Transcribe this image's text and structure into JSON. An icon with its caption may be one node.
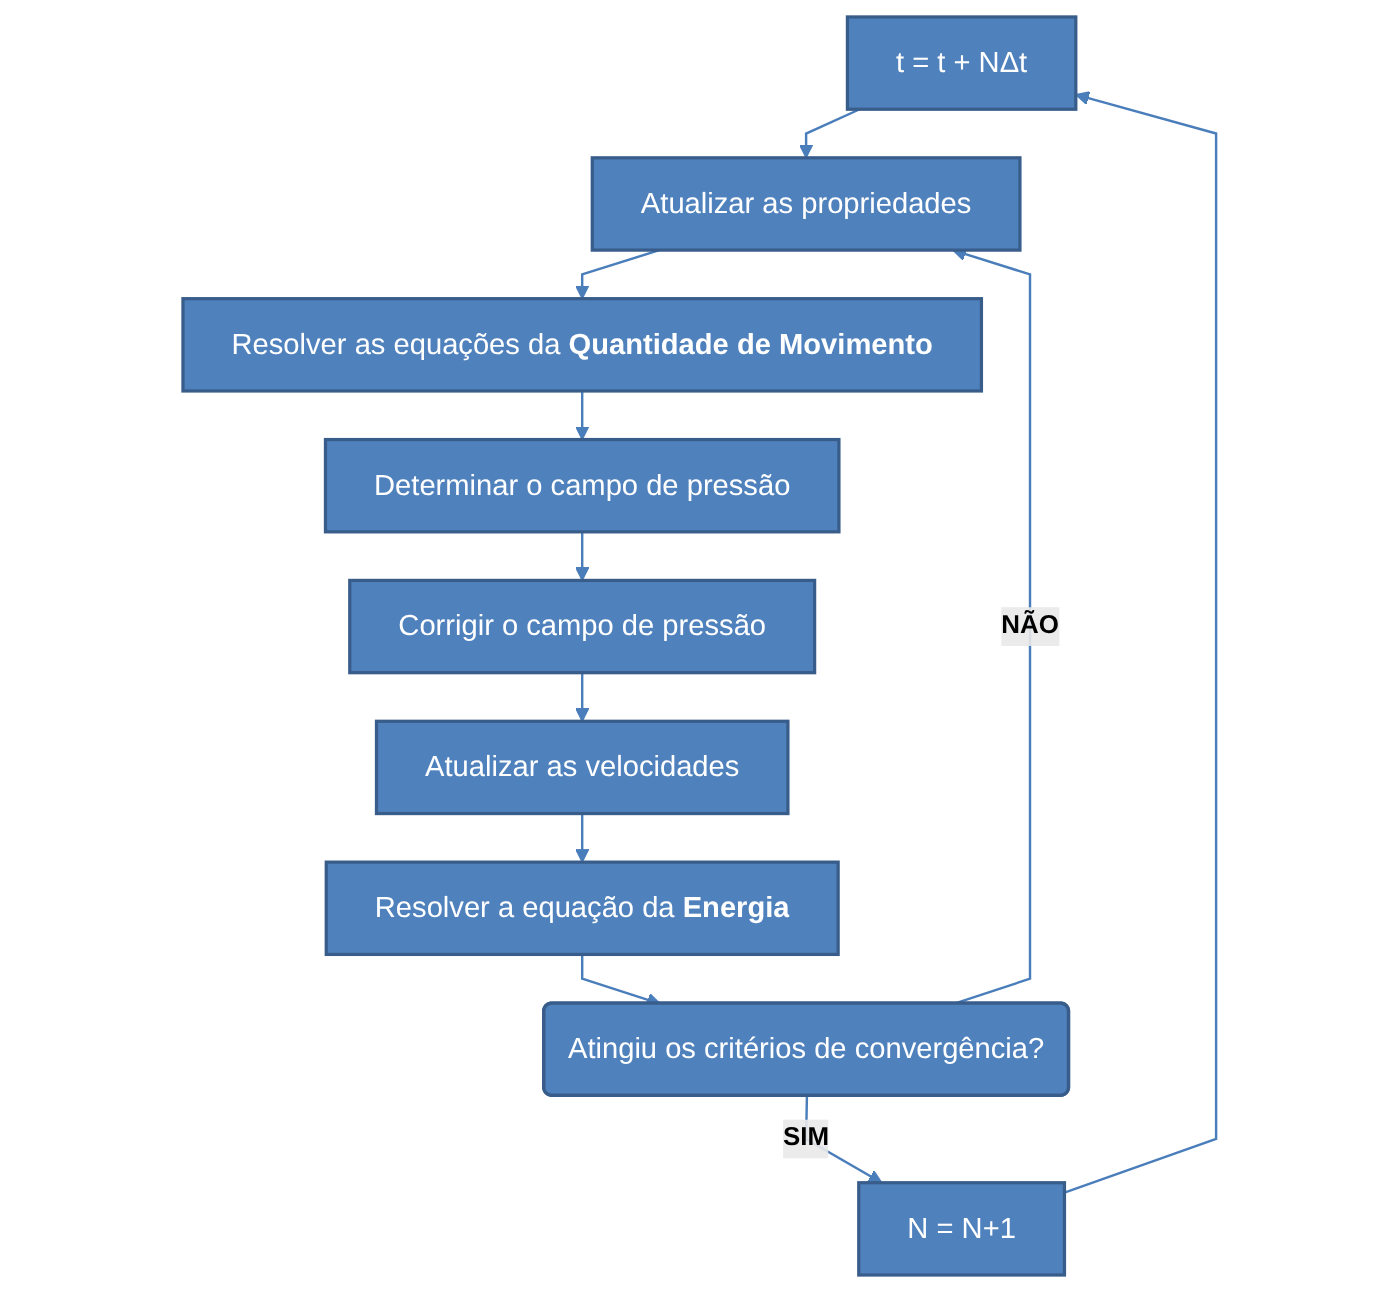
{
  "diagram": {
    "nodes": [
      {
        "text": [
          "t = t + NΔt"
        ]
      },
      {
        "text": [
          "Atualizar as propriedades"
        ]
      },
      {
        "text": [
          "Resolver as equações da **Quantidade de Movimento**"
        ]
      },
      {
        "text": [
          "Determinar o campo de pressão"
        ]
      },
      {
        "text": [
          "Corrigir o campo de pressão"
        ]
      },
      {
        "text": [
          "Atualizar as velocidades"
        ]
      },
      {
        "text": [
          "Resolver a equação da **Energia**"
        ]
      },
      {
        "text": [
          "Atingiu os critérios de convergência?"
        ]
      },
      {
        "text": [
          "N = N+1"
        ]
      }
    ],
    "edges": [
      {
        "from": 0,
        "to": 1,
        "arrow": "to"
      },
      {
        "from": 1,
        "to": 2,
        "arrow": "to"
      },
      {
        "from": 2,
        "to": 3,
        "arrow": "to"
      },
      {
        "from": 3,
        "to": 4,
        "arrow": "to"
      },
      {
        "from": 4,
        "to": 5,
        "arrow": "to"
      },
      {
        "from": 5,
        "to": 6,
        "arrow": "to"
      },
      {
        "from": 6,
        "to": 7,
        "arrow": "to"
      },
      {
        "from": 7,
        "to": 1,
        "label": "NÃO",
        "arrow": "to"
      },
      {
        "from": 7,
        "to": 8,
        "label": "SIM",
        "arrow": "to"
      },
      {
        "from": 8,
        "to": 0,
        "arrow": "to"
      }
    ]
  }
}
